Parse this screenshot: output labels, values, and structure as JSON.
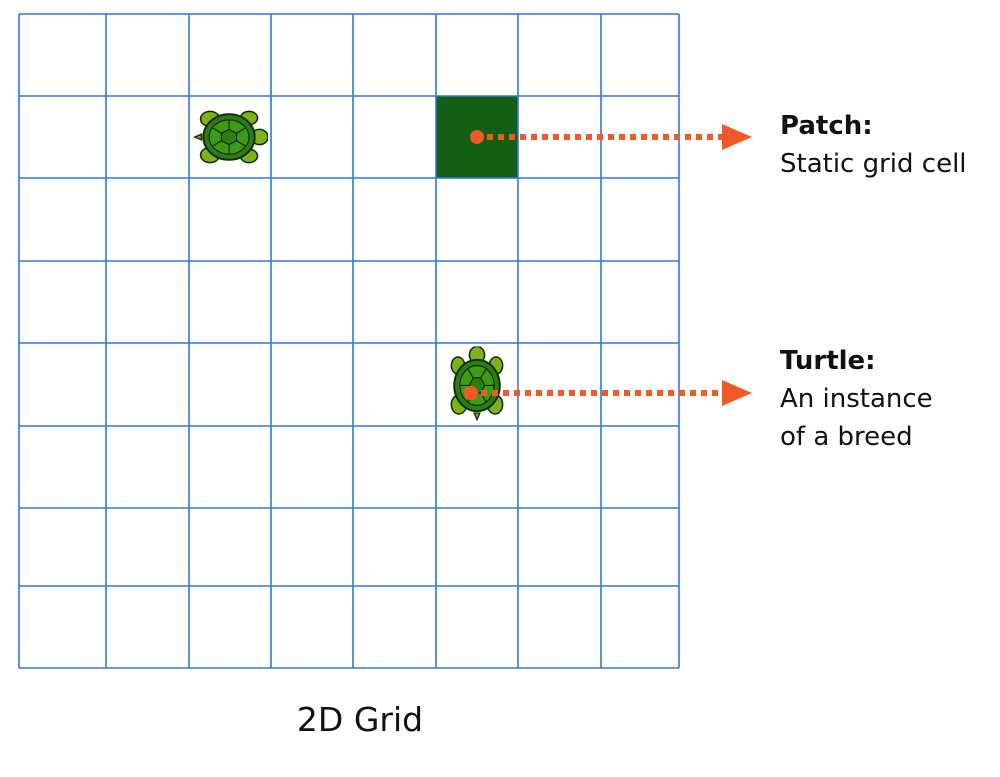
{
  "grid": {
    "caption": "2D Grid",
    "columns": 8,
    "rows": 8,
    "line_color": "#2f78d6"
  },
  "patch": {
    "title": "Patch:",
    "description_lines": [
      "Static grid cell"
    ],
    "fill_color": "#155f14",
    "highlighted_cell": {
      "col": 5,
      "row": 1
    }
  },
  "turtle": {
    "title": "Turtle:",
    "description_lines": [
      "An instance",
      "of a breed"
    ],
    "occupied_cells": [
      {
        "col": 2,
        "row": 1,
        "icon": "turtle-icon",
        "pointed": false
      },
      {
        "col": 5,
        "row": 4,
        "icon": "turtle-icon",
        "pointed": true
      }
    ]
  },
  "arrow_color": "#f05a28",
  "turtle_colors": {
    "shell": "#2e7d12",
    "shell_plate": "#3f9a18",
    "limbs": "#7fb21a",
    "outline": "#0d2b05"
  }
}
